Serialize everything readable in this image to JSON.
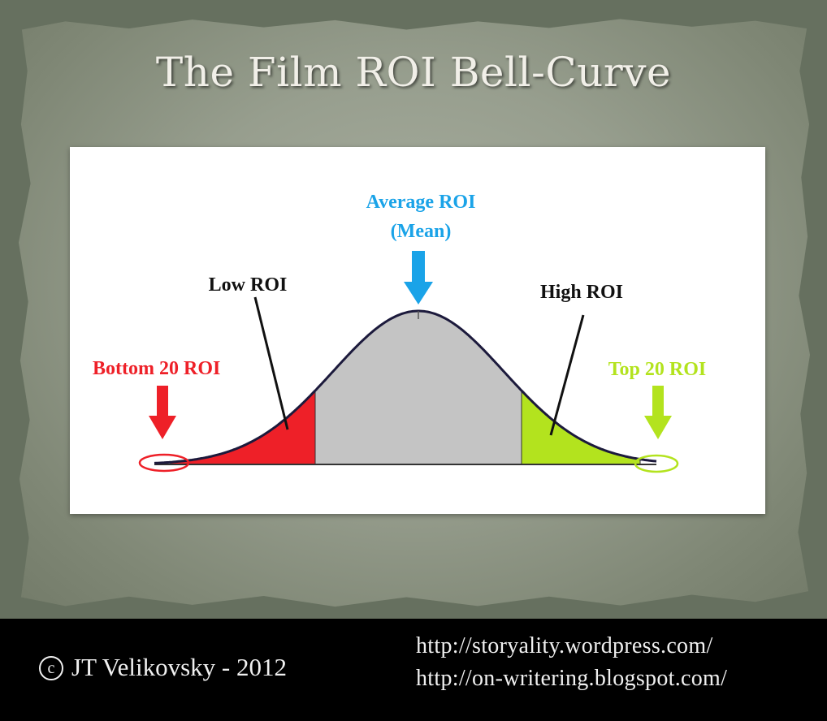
{
  "title": "The Film ROI Bell-Curve",
  "labels": {
    "average": [
      "Average ROI",
      "(Mean)"
    ],
    "low": "Low ROI",
    "high": "High ROI",
    "bottom": "Bottom 20 ROI",
    "top": "Top 20 ROI"
  },
  "colors": {
    "average": "#1aa3e8",
    "bottom": "#ee2028",
    "top": "#b3e31e",
    "low_fill": "#ee2028",
    "middle_fill": "#c4c4c4",
    "high_fill": "#b3e31e",
    "curve": "#1c1a3c",
    "text_dark": "#111111"
  },
  "footer": {
    "copyright": "JT Velikovsky - 2012",
    "copyright_symbol": "c",
    "urls": [
      "http://storyality.wordpress.com/",
      "http://on-writering.blogspot.com/"
    ]
  }
}
